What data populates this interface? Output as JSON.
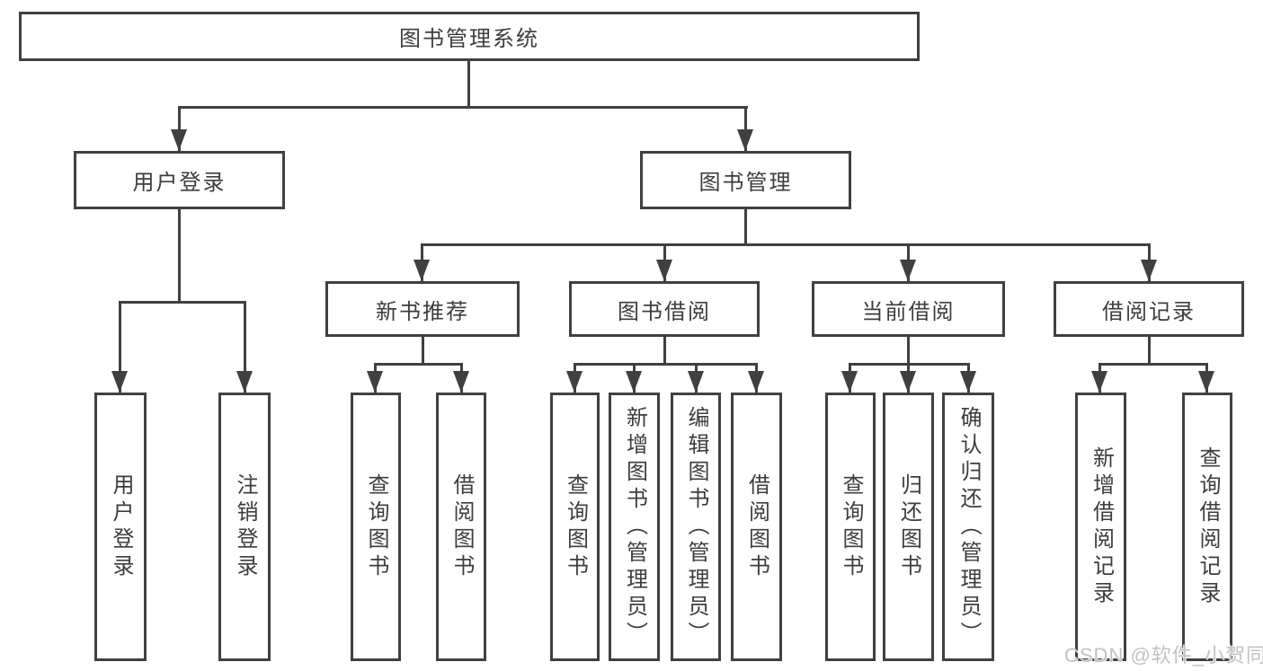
{
  "diagram": {
    "title": "图书管理系统",
    "root": {
      "label": "图书管理系统"
    },
    "branches": [
      {
        "label": "用户登录",
        "children": [
          {
            "label": "用户登录"
          },
          {
            "label": "注销登录"
          }
        ]
      },
      {
        "label": "图书管理",
        "children": [
          {
            "label": "新书推荐",
            "children": [
              {
                "label": "查询图书"
              },
              {
                "label": "借阅图书"
              }
            ]
          },
          {
            "label": "图书借阅",
            "children": [
              {
                "label": "查询图书"
              },
              {
                "label": "新增图书（管理员）"
              },
              {
                "label": "编辑图书（管理员）"
              },
              {
                "label": "借阅图书"
              }
            ]
          },
          {
            "label": "当前借阅",
            "children": [
              {
                "label": "查询图书"
              },
              {
                "label": "归还图书"
              },
              {
                "label": "确认归还（管理员）"
              }
            ]
          },
          {
            "label": "借阅记录",
            "children": [
              {
                "label": "新增借阅记录"
              },
              {
                "label": "查询借阅记录"
              }
            ]
          }
        ]
      }
    ]
  },
  "watermark": {
    "text": "CSDN @软件_小贺同学"
  },
  "colors": {
    "line": "#404040",
    "text": "#3d3d3d",
    "watermark": "#c2c2c2",
    "background": "#ffffff"
  }
}
